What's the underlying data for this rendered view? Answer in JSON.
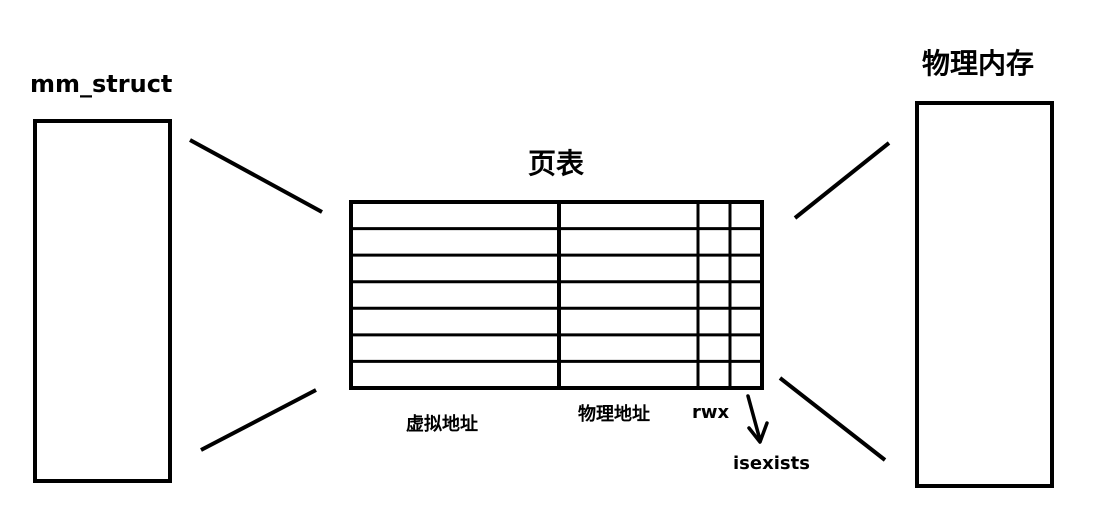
{
  "title_left": "mm_struct",
  "title_center": "页表",
  "title_right": "物理内存",
  "column_labels": {
    "virtual_address": "虚拟地址",
    "physical_address": "物理地址",
    "permissions": "rwx"
  },
  "annotation": "isexists",
  "page_table": {
    "rows": 7
  }
}
